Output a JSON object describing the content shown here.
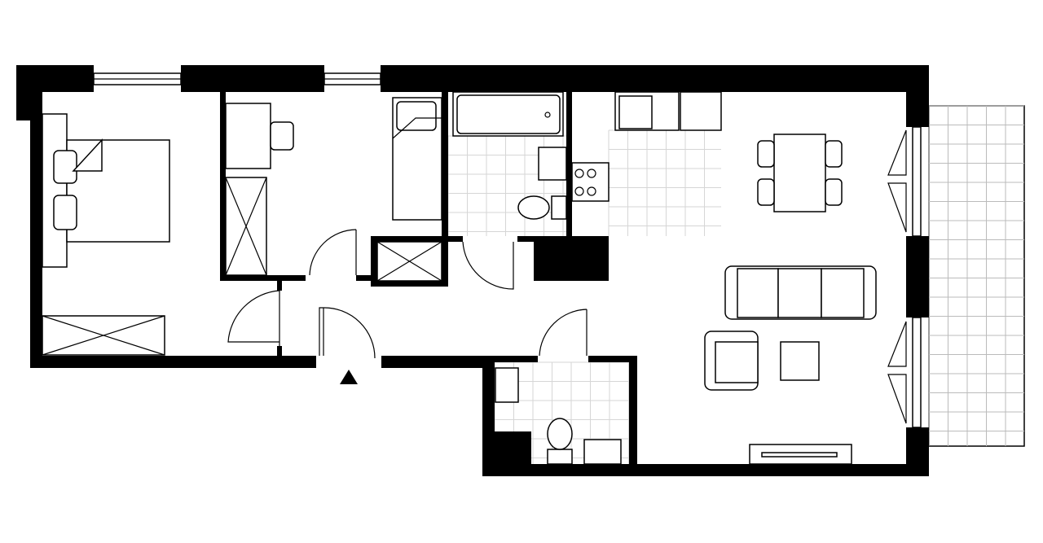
{
  "colors": {
    "wall": "#000000",
    "background": "#ffffff",
    "tile_grid": "#d6d6d6"
  },
  "entrance_marker": "triangle-up-icon",
  "rooms": [
    "bedroom",
    "second-bedroom",
    "bathroom",
    "kitchen",
    "living-room",
    "hallway",
    "toilet",
    "balcony"
  ]
}
